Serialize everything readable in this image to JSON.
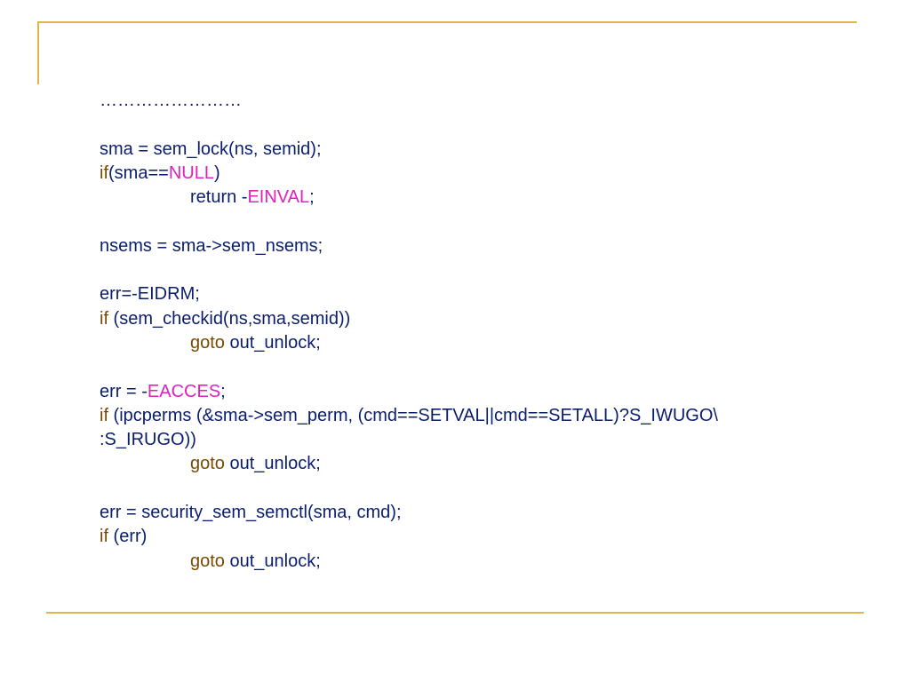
{
  "colors": {
    "text": "#0b1e6e",
    "keyword": "#7a4a00",
    "constant": "#e020c0",
    "rule": "#e0b64a"
  },
  "code": {
    "dots": "……………………",
    "l1": "sma = sem_lock(ns, semid);",
    "l2_kw": "if",
    "l2_a": "(sma==",
    "l2_const": "NULL",
    "l2_b": ")",
    "l3_a": "return -",
    "l3_const": "EINVAL",
    "l3_b": ";",
    "l4": "nsems = sma->sem_nsems;",
    "l5": "err=-EIDRM;",
    "l6_kw": "if",
    "l6_a": " (sem_checkid(ns,sma,semid))",
    "l7_kw": "goto",
    "l7_a": " out_unlock;",
    "l8_a": "err = -",
    "l8_const": "EACCES",
    "l8_b": ";",
    "l9_kw": "if",
    "l9_a": " (ipcperms (&sma->sem_perm, (cmd==SETVAL||cmd==SETALL)?S_IWUGO\\",
    "l10": ":S_IRUGO))",
    "l11_kw": "goto",
    "l11_a": " out_unlock;",
    "l12": "err = security_sem_semctl(sma, cmd);",
    "l13_kw": "if",
    "l13_a": " (err)",
    "l14_kw": "goto",
    "l14_a": " out_unlock;"
  }
}
